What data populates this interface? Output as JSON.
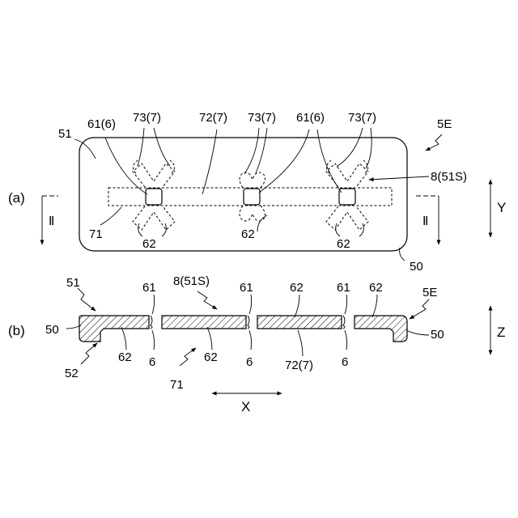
{
  "view_a": {
    "panel_label": "(a)",
    "ref_51": "51",
    "ref_61_6": [
      "61(6)",
      "61(6)"
    ],
    "ref_73_7": [
      "73(7)",
      "73(7)",
      "73(7)"
    ],
    "ref_72_7": "72(7)",
    "ref_5E": "5E",
    "ref_8_51S": "8(51S)",
    "ref_71": "71",
    "ref_62": [
      "62",
      "62",
      "62"
    ],
    "ref_50": "50",
    "section_marks": [
      "Ⅱ",
      "Ⅱ"
    ],
    "axis_y": "Y"
  },
  "view_b": {
    "panel_label": "(b)",
    "ref_51": "51",
    "ref_61": [
      "61",
      "61",
      "61"
    ],
    "ref_8_51S": "8(51S)",
    "ref_62_top": [
      "62",
      "62"
    ],
    "ref_5E": "5E",
    "ref_50_left": "50",
    "ref_50_right": "50",
    "ref_52": "52",
    "ref_62_bottom": [
      "62",
      "62"
    ],
    "ref_6": [
      "6",
      "6",
      "6"
    ],
    "ref_71": "71",
    "ref_72_7": "72(7)",
    "axis_z": "Z",
    "axis_x": "X"
  }
}
